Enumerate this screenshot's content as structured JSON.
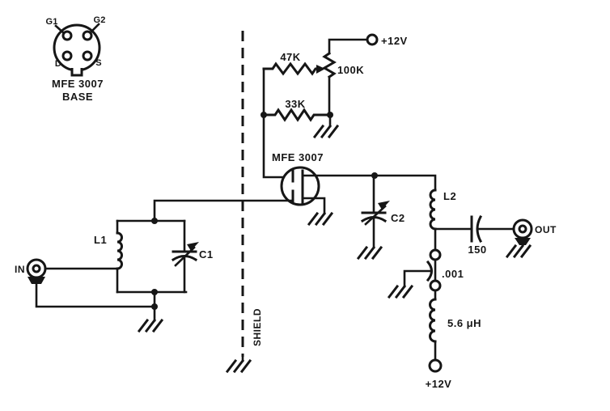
{
  "colors": {
    "background": "#ffffff",
    "ink": "#161616"
  },
  "base_diagram": {
    "pin_g1": "G1",
    "pin_g2": "G2",
    "pin_d": "D",
    "pin_s": "S",
    "caption_line1": "MFE 3007",
    "caption_line2": "BASE"
  },
  "bias": {
    "r47k": "47K",
    "r33k": "33K",
    "pot": "100K",
    "supply": "+12V"
  },
  "mosfet": {
    "label": "MFE 3007"
  },
  "input": {
    "connector": "IN",
    "inductor": "L1",
    "cap": "C1"
  },
  "shield": {
    "label": "SHIELD"
  },
  "output": {
    "cap_c2": "C2",
    "inductor_l2": "L2",
    "cap_150": "150",
    "connector": "OUT",
    "cap_001": ".001",
    "choke": "5.6 μH",
    "supply": "+12V"
  }
}
